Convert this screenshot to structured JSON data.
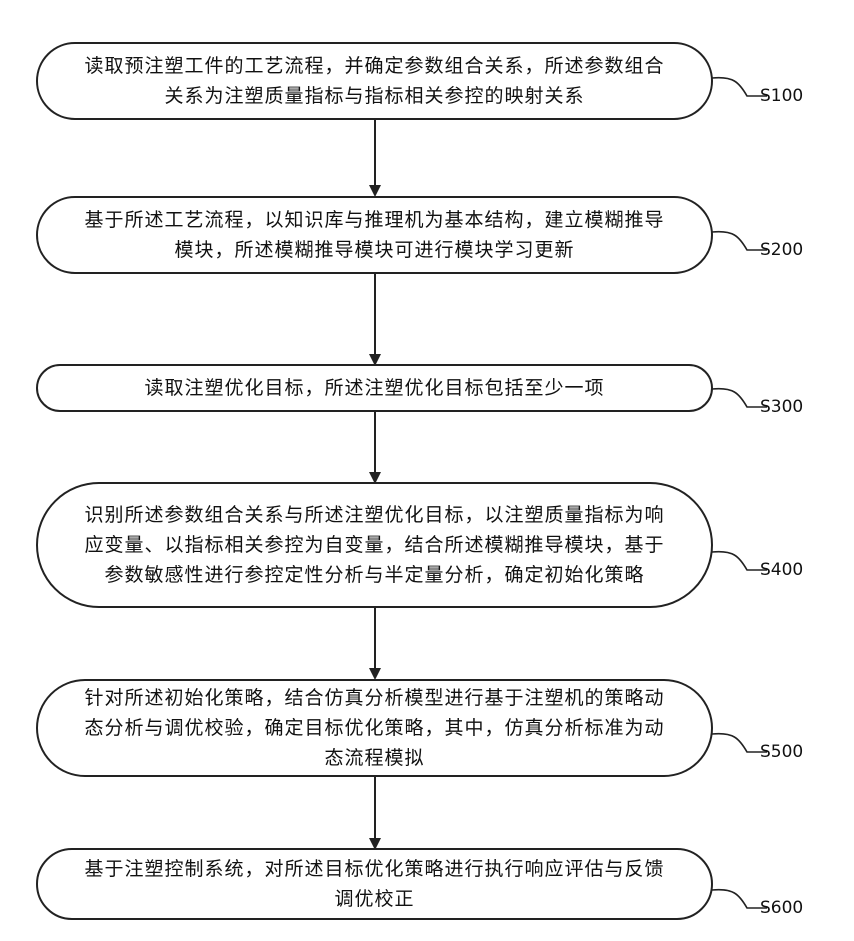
{
  "steps": [
    {
      "id": "S100",
      "text": "读取预注塑工件的工艺流程，并确定参数组合关系，所述参数组合关系为注塑质量指标与指标相关参控的映射关系"
    },
    {
      "id": "S200",
      "text": "基于所述工艺流程，以知识库与推理机为基本结构，建立模糊推导模块，所述模糊推导模块可进行模块学习更新"
    },
    {
      "id": "S300",
      "text": "读取注塑优化目标，所述注塑优化目标包括至少一项"
    },
    {
      "id": "S400",
      "text": "识别所述参数组合关系与所述注塑优化目标，以注塑质量指标为响应变量、以指标相关参控为自变量，结合所述模糊推导模块，基于参数敏感性进行参控定性分析与半定量分析，确定初始化策略"
    },
    {
      "id": "S500",
      "text": "针对所述初始化策略，结合仿真分析模型进行基于注塑机的策略动态分析与调优校验，确定目标优化策略，其中，仿真分析标准为动态流程模拟"
    },
    {
      "id": "S600",
      "text": "基于注塑控制系统，对所述目标优化策略进行执行响应评估与反馈调优校正"
    }
  ]
}
